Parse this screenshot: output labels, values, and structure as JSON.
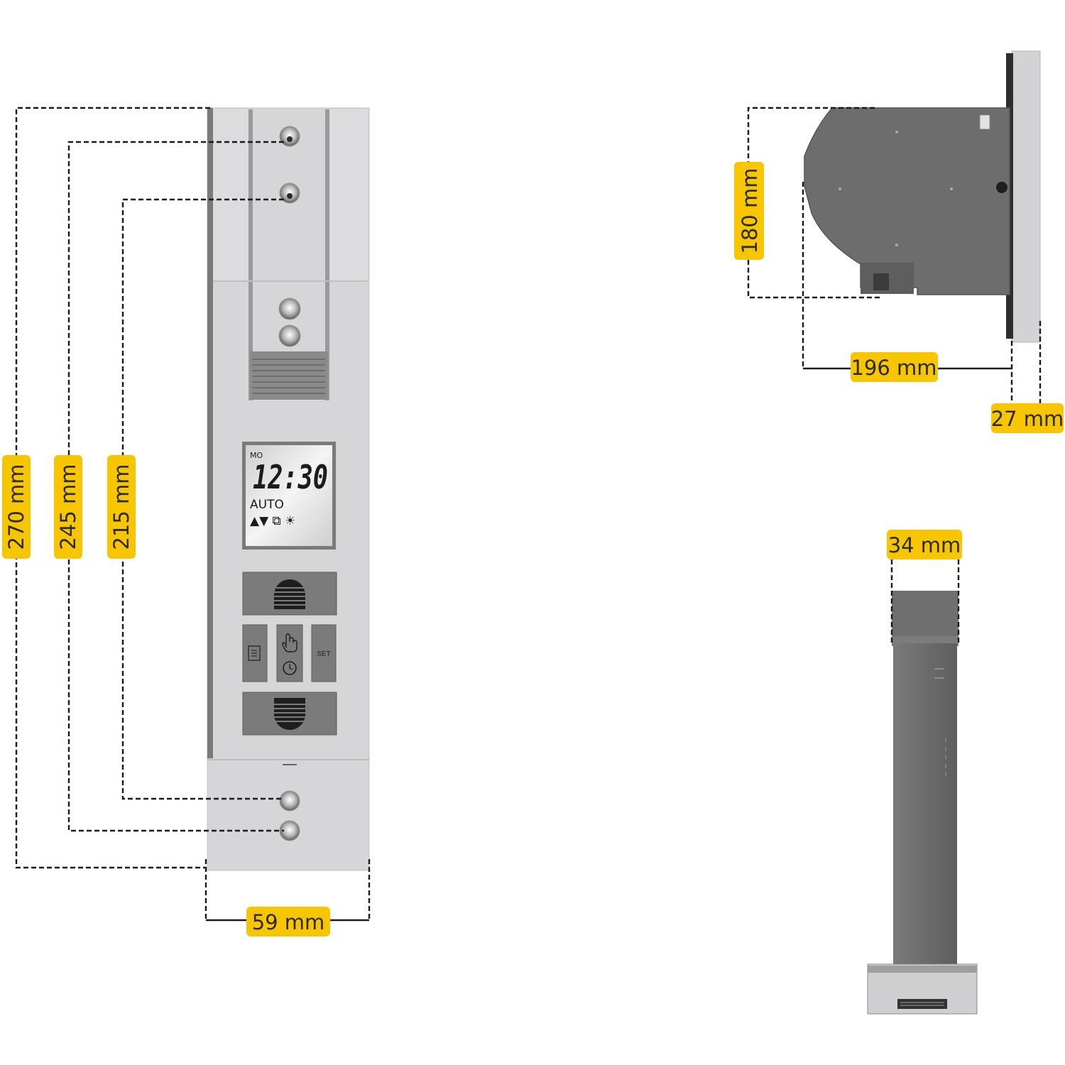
{
  "dimensions": {
    "height_total": "270 mm",
    "height_mid": "245 mm",
    "height_inner": "215 mm",
    "width_front": "59 mm",
    "depth_side": "180 mm",
    "length_side": "196 mm",
    "thickness_plate": "27 mm",
    "width_bottom_view": "34 mm"
  },
  "display": {
    "day": "MO",
    "time": "12:30",
    "mode": "AUTO",
    "status_icons": "▲▼ ⧉ ☀"
  },
  "buttons": {
    "set_label": "SET"
  },
  "colors": {
    "label_fill": "#f7c600",
    "housing_light": "#d5d5d7",
    "housing_dark": "#6f6f6f",
    "lcd_bg": "#e6e6e6"
  }
}
